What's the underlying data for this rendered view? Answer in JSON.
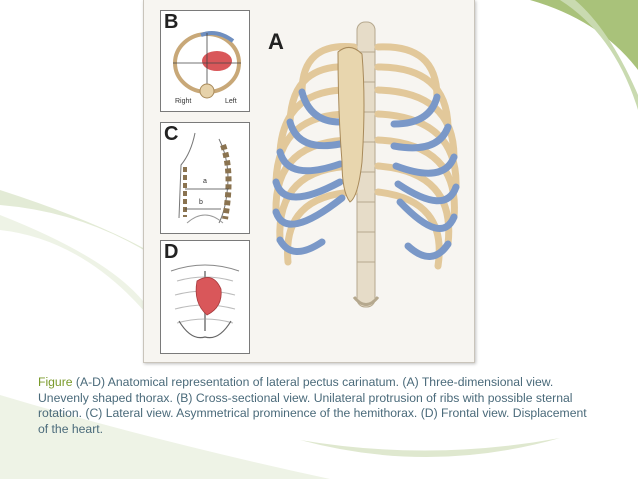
{
  "figure": {
    "panels": {
      "a": {
        "letter": "A"
      },
      "b": {
        "letter": "B",
        "label_right": "Right",
        "label_left": "Left"
      },
      "c": {
        "letter": "C",
        "label_a": "a",
        "label_b": "b"
      },
      "d": {
        "letter": "D"
      }
    }
  },
  "caption": {
    "label": "Figure",
    "text": " (A-D) Anatomical representation of lateral pectus carinatum. (A) Three-dimensional view. Unevenly shaped thorax. (B) Cross-sectional view. Unilateral protrusion of ribs with possible sternal rotation. (C) Lateral view. Asymmetrical prominence of the hemithorax. (D) Frontal view. Displacement of the heart."
  },
  "colors": {
    "caption_text": "#4a6a7a",
    "caption_label": "#7a9a2a",
    "swoosh_green": "#9cb86a",
    "rib_bone": "#e2c89a",
    "rib_cartilage": "#7a98c8",
    "heart": "#d9575a"
  }
}
